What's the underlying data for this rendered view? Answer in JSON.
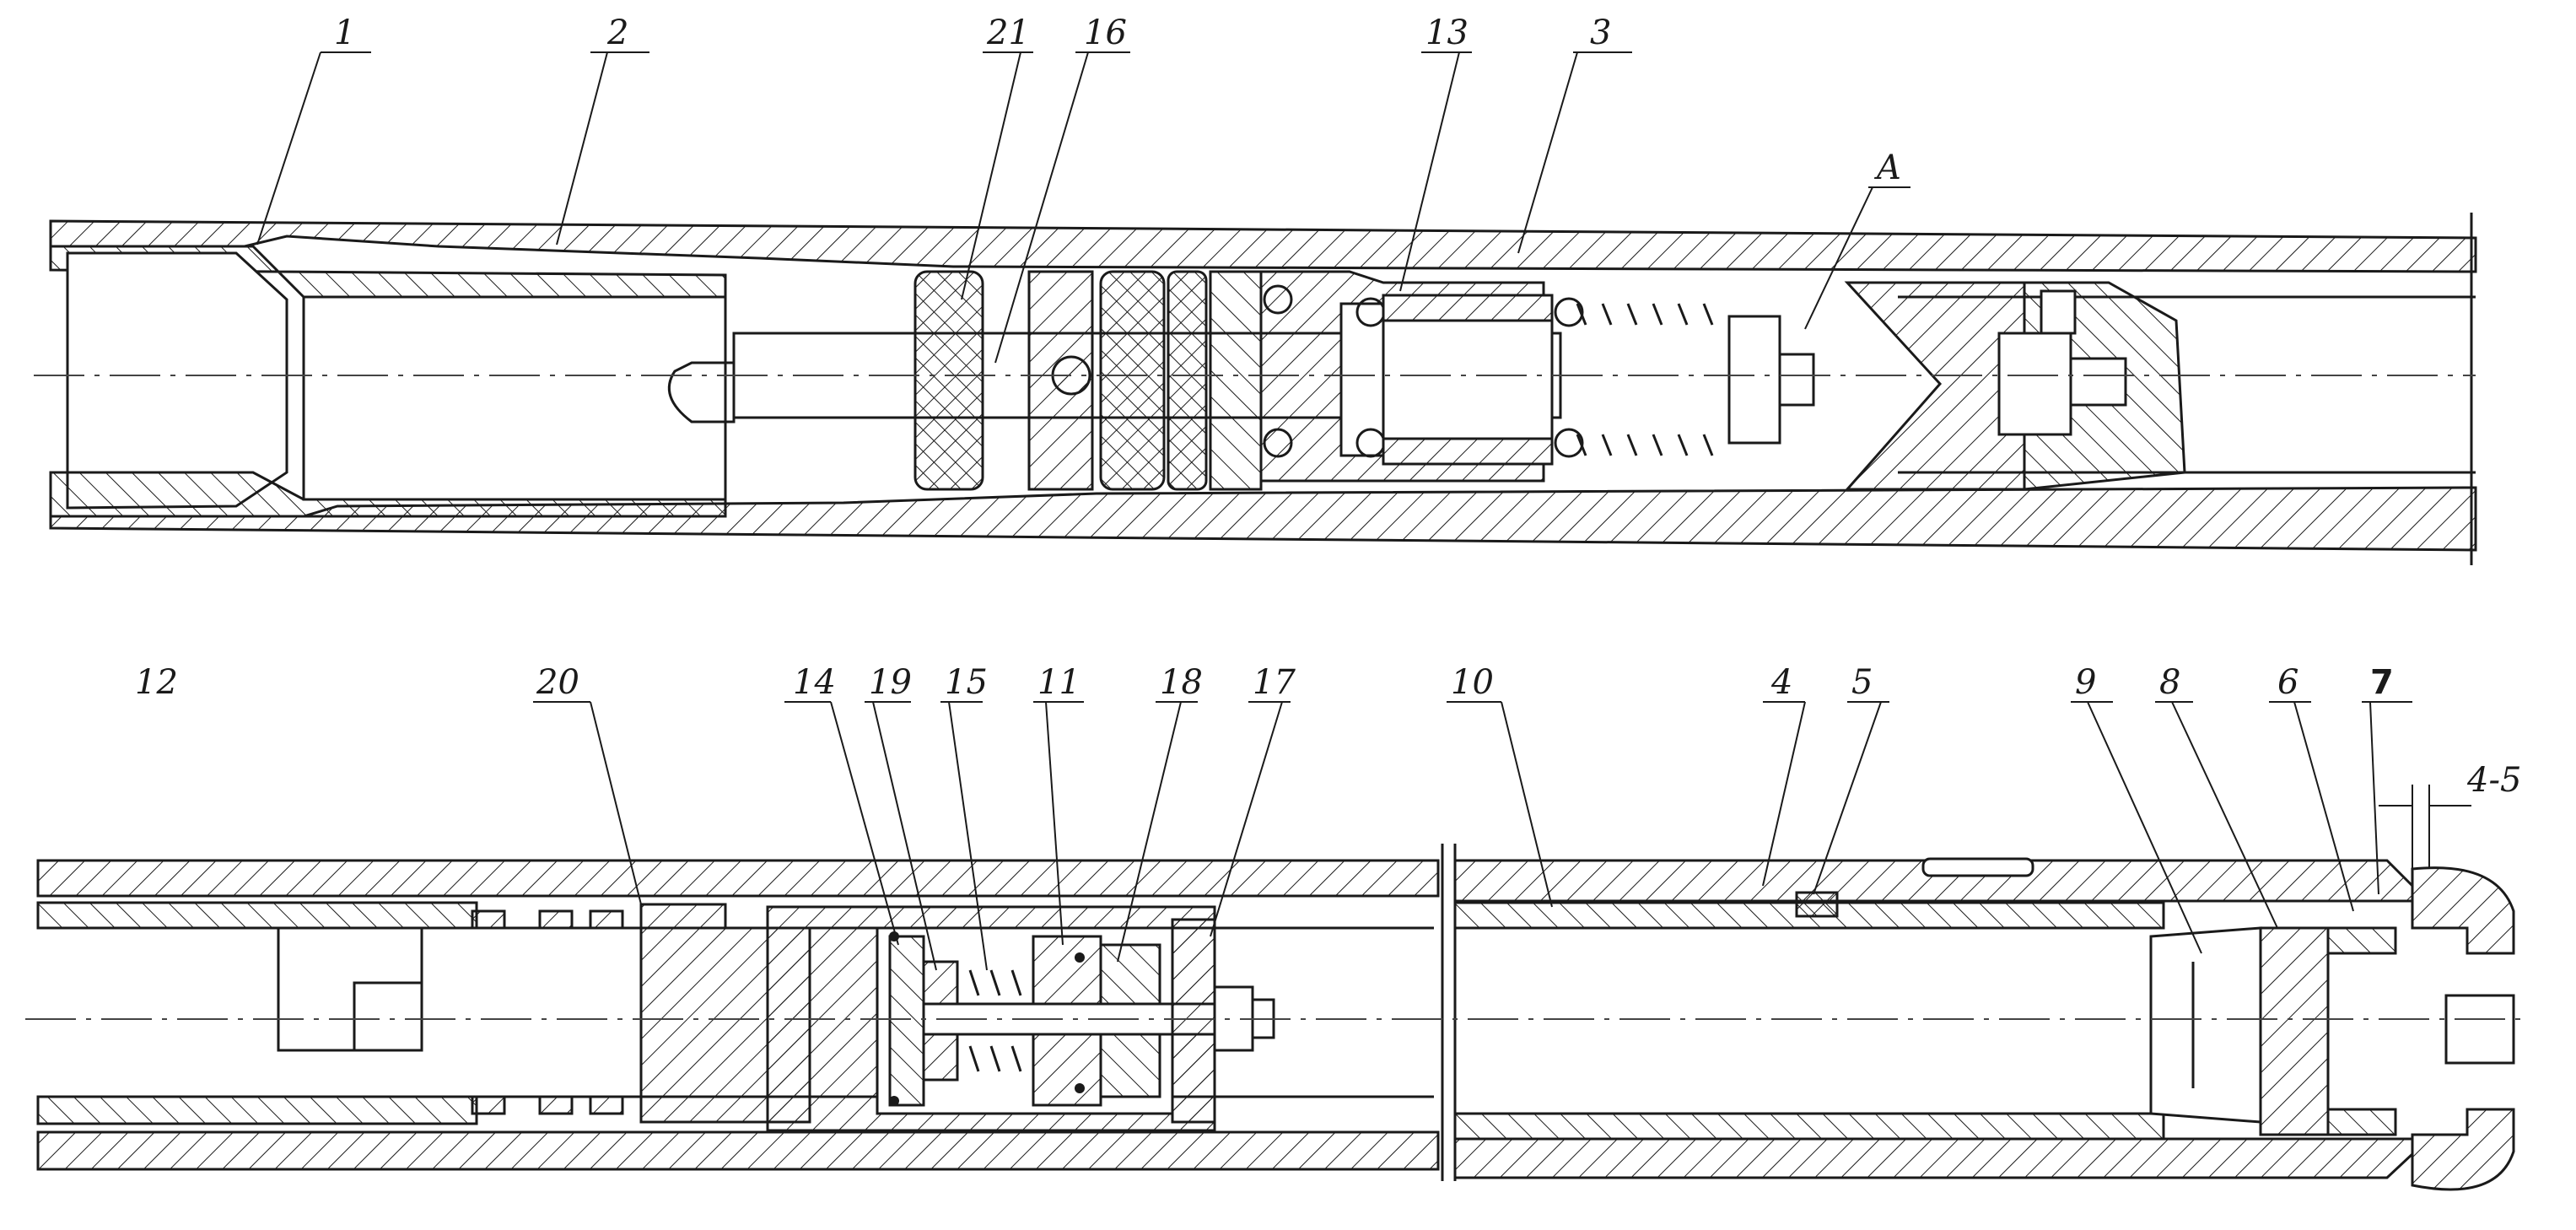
{
  "drawing": {
    "top_section_labels": [
      "1",
      "2",
      "21",
      "16",
      "13",
      "3",
      "A"
    ],
    "bottom_section_labels": [
      "12",
      "20",
      "14",
      "19",
      "15",
      "11",
      "18",
      "17",
      "10",
      "4",
      "5",
      "9",
      "8",
      "6",
      "7"
    ],
    "dimension_label": "4-5"
  },
  "colors": {
    "ink": "#1a1a1a",
    "paper": "#ffffff"
  }
}
